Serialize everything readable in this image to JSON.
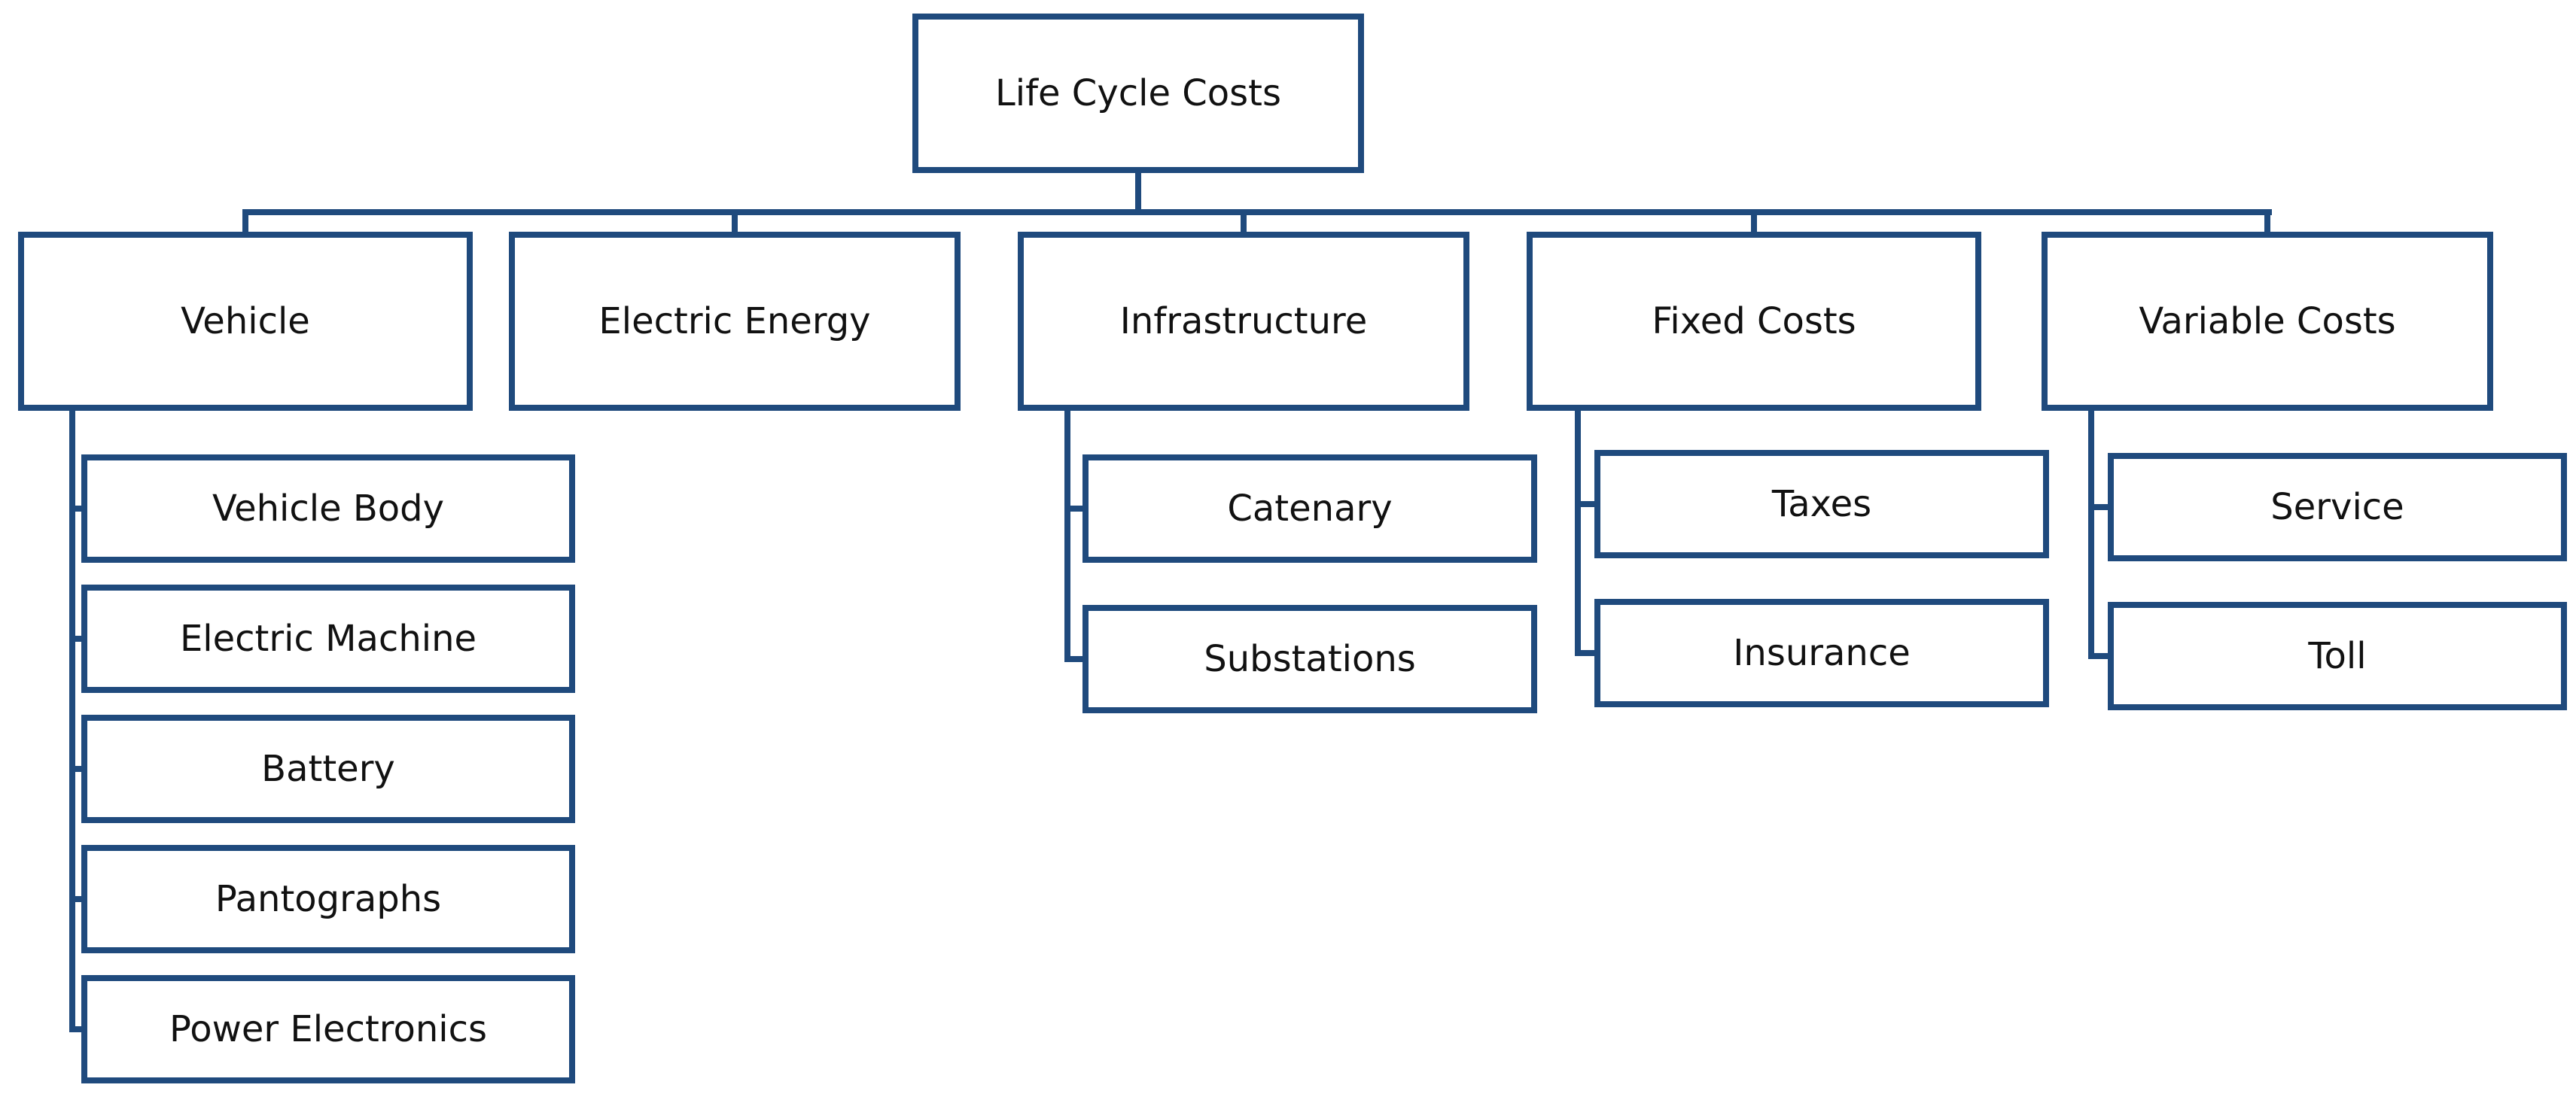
{
  "root": {
    "label": "Life Cycle Costs"
  },
  "categories": [
    {
      "label": "Vehicle",
      "children": [
        "Vehicle Body",
        "Electric Machine",
        "Battery",
        "Pantographs",
        "Power Electronics"
      ]
    },
    {
      "label": "Electric Energy",
      "children": []
    },
    {
      "label": "Infrastructure",
      "children": [
        "Catenary",
        "Substations"
      ]
    },
    {
      "label": "Fixed Costs",
      "children": [
        "Taxes",
        "Insurance"
      ]
    },
    {
      "label": "Variable Costs",
      "children": [
        "Service",
        "Toll"
      ]
    }
  ],
  "colors": {
    "line": "#1f4a7d",
    "box_fill": "#ffffff",
    "text": "#111111"
  }
}
